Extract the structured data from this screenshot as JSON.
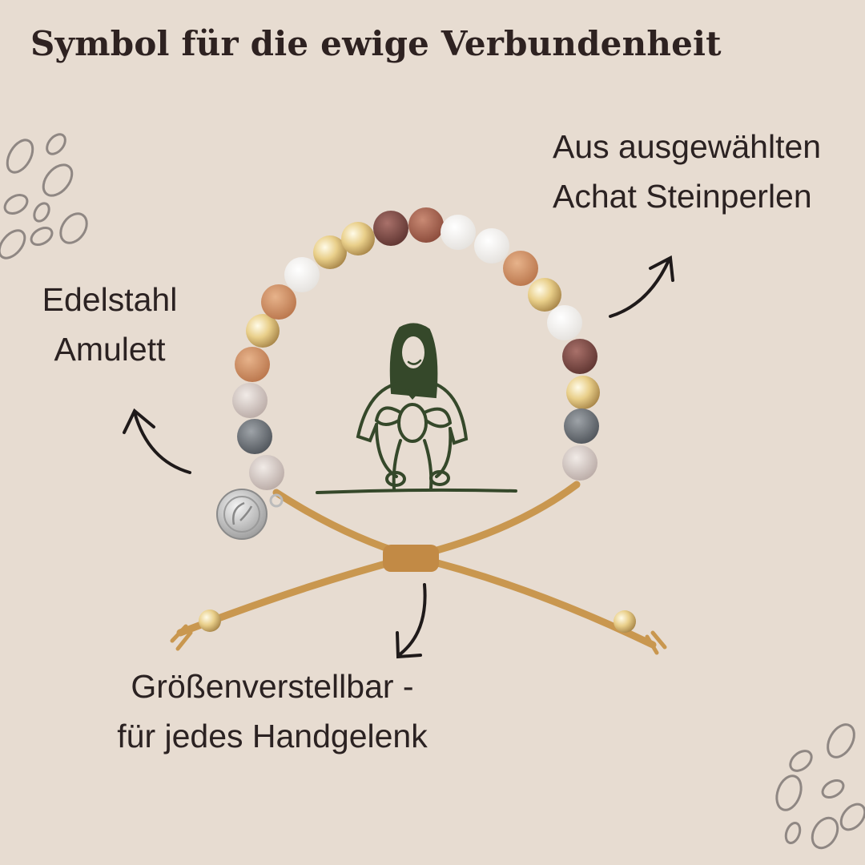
{
  "title": "Symbol für die ewige Verbundenheit",
  "labels": {
    "stones_line1": "Aus ausgewählten",
    "stones_line2": "Achat Steinperlen",
    "amulet_line1": "Edelstahl",
    "amulet_line2": "Amulett",
    "size_line1": "Größenverstellbar -",
    "size_line2": "für jedes Handgelenk"
  },
  "colors": {
    "background": "#e7dcd1",
    "illustration": "#35482a",
    "cord": "#c9974f",
    "text": "#2b2222"
  }
}
